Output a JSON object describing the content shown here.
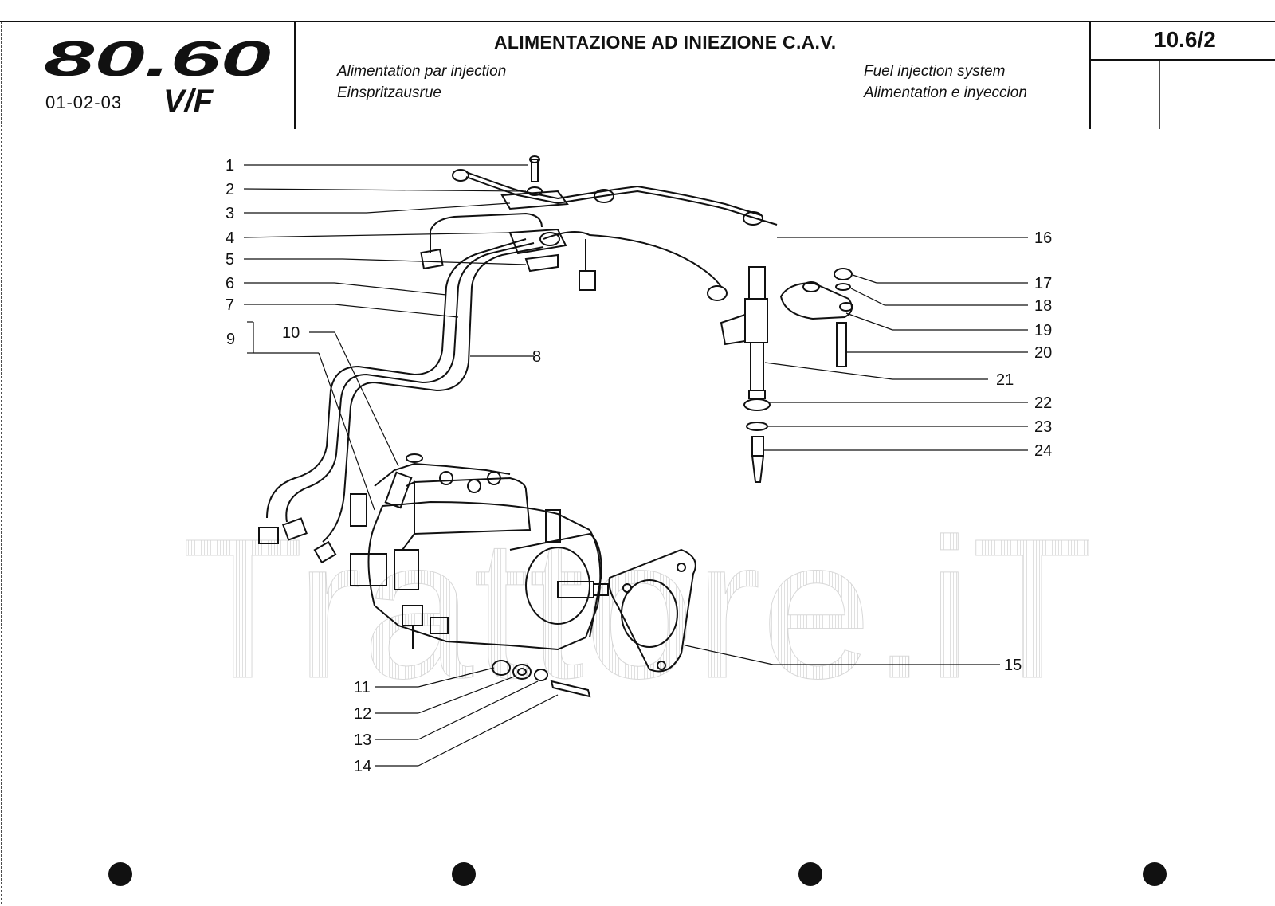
{
  "header": {
    "logo_text": "80.60",
    "logo_suffix": "V/F",
    "models": "01-02-03",
    "title_it": "ALIMENTAZIONE AD INIEZIONE C.A.V.",
    "title_fr": "Alimentation par injection",
    "title_de": "Einspritzausrue",
    "title_en": "Fuel injection system",
    "title_es": "Alimentation e inyeccion",
    "page_number": "10.6/2"
  },
  "watermark": "Trattore.iT",
  "callouts": {
    "c1": "1",
    "c2": "2",
    "c3": "3",
    "c4": "4",
    "c5": "5",
    "c6": "6",
    "c7": "7",
    "c8": "8",
    "c9": "9",
    "c10": "10",
    "c11": "11",
    "c12": "12",
    "c13": "13",
    "c14": "14",
    "c15": "15",
    "c16": "16",
    "c17": "17",
    "c18": "18",
    "c19": "19",
    "c20": "20",
    "c21": "21",
    "c22": "22",
    "c23": "23",
    "c24": "24"
  }
}
